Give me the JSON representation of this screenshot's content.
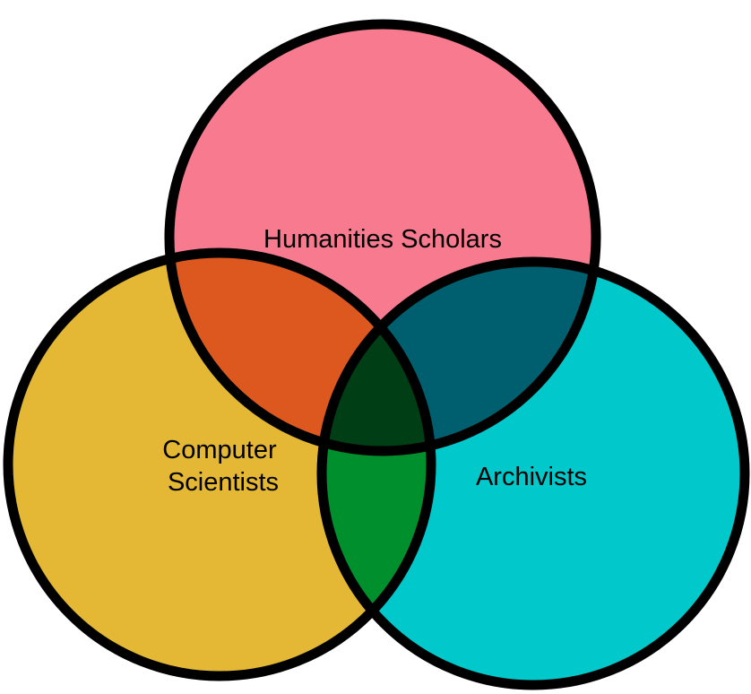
{
  "diagram": {
    "sets": [
      {
        "id": "humanities",
        "lines": [
          "Humanities Scholars"
        ],
        "fill": "#F77A8E"
      },
      {
        "id": "computer",
        "lines": [
          "Computer",
          "Scientists"
        ],
        "fill": "#E4B835"
      },
      {
        "id": "archivists",
        "lines": [
          "Archivists"
        ],
        "fill": "#00C8CB"
      }
    ],
    "intersections": [
      {
        "sets": [
          "humanities",
          "computer"
        ],
        "fill": "#DD581F"
      },
      {
        "sets": [
          "humanities",
          "archivists"
        ],
        "fill": "#005F6E"
      },
      {
        "sets": [
          "computer",
          "archivists"
        ],
        "fill": "#008F2D"
      },
      {
        "sets": [
          "humanities",
          "computer",
          "archivists"
        ],
        "fill": "#003E15"
      }
    ],
    "outline_color": "#000000"
  }
}
